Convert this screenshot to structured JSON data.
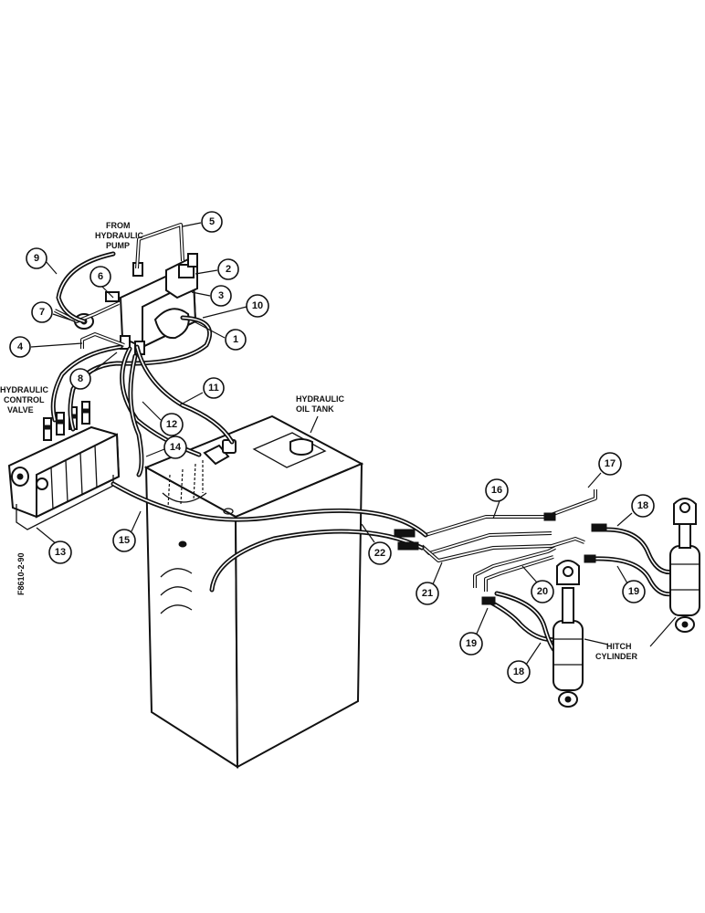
{
  "labels": {
    "from_pump": [
      "FROM",
      "HYDRAULIC",
      "PUMP"
    ],
    "control_valve": [
      "HYDRAULIC",
      "CONTROL",
      "VALVE"
    ],
    "oil_tank": [
      "HYDRAULIC",
      "OIL TANK"
    ],
    "hitch_cylinder": [
      "HITCH",
      "CYLINDER"
    ],
    "figure_code": "F8610-2-90"
  },
  "callouts": [
    "1",
    "2",
    "3",
    "4",
    "5",
    "6",
    "7",
    "8",
    "9",
    "10",
    "11",
    "12",
    "13",
    "14",
    "15",
    "16",
    "17",
    "18",
    "19",
    "20",
    "21",
    "22",
    "19",
    "18"
  ],
  "icons": {
    "tank": "hydraulic-oil-tank-icon",
    "valve": "control-valve-icon",
    "cylinder": "hitch-cylinder-icon"
  }
}
